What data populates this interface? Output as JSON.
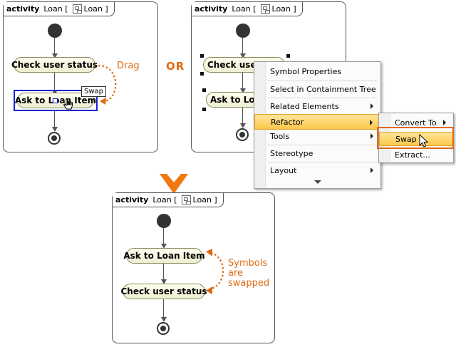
{
  "panel_before": {
    "keyword": "activity",
    "name": "Loan [",
    "diagram_name": "Loan ]",
    "action_top": "Check user status",
    "action_bottom": "Ask to Loan Item",
    "tooltip": "Swap",
    "drag_label": "Drag"
  },
  "or_label": "OR",
  "panel_menu": {
    "keyword": "activity",
    "name": "Loan [",
    "diagram_name": "Loan ]",
    "action_top": "Check user",
    "action_bottom": "Ask to Loa"
  },
  "context_menu": {
    "items": [
      {
        "label": "Symbol Properties"
      },
      {
        "label": "Select in Containment Tree"
      },
      {
        "label": "Related Elements"
      },
      {
        "label": "Refactor"
      },
      {
        "label": "Tools"
      },
      {
        "label": "Stereotype"
      },
      {
        "label": "Layout"
      }
    ]
  },
  "submenu": {
    "items": [
      {
        "label": "Convert To"
      },
      {
        "label": "Swap"
      },
      {
        "label": "Extract..."
      }
    ]
  },
  "panel_after": {
    "keyword": "activity",
    "name": "Loan [",
    "diagram_name": "Loan ]",
    "action_top": "Ask to Loan Item",
    "action_bottom": "Check user status",
    "note_line1": "Symbols",
    "note_line2": "are",
    "note_line3": "swapped"
  },
  "colors": {
    "accent": "#e06a10",
    "selection": "#1e22cc",
    "menu_highlight": "#fcc84a"
  }
}
